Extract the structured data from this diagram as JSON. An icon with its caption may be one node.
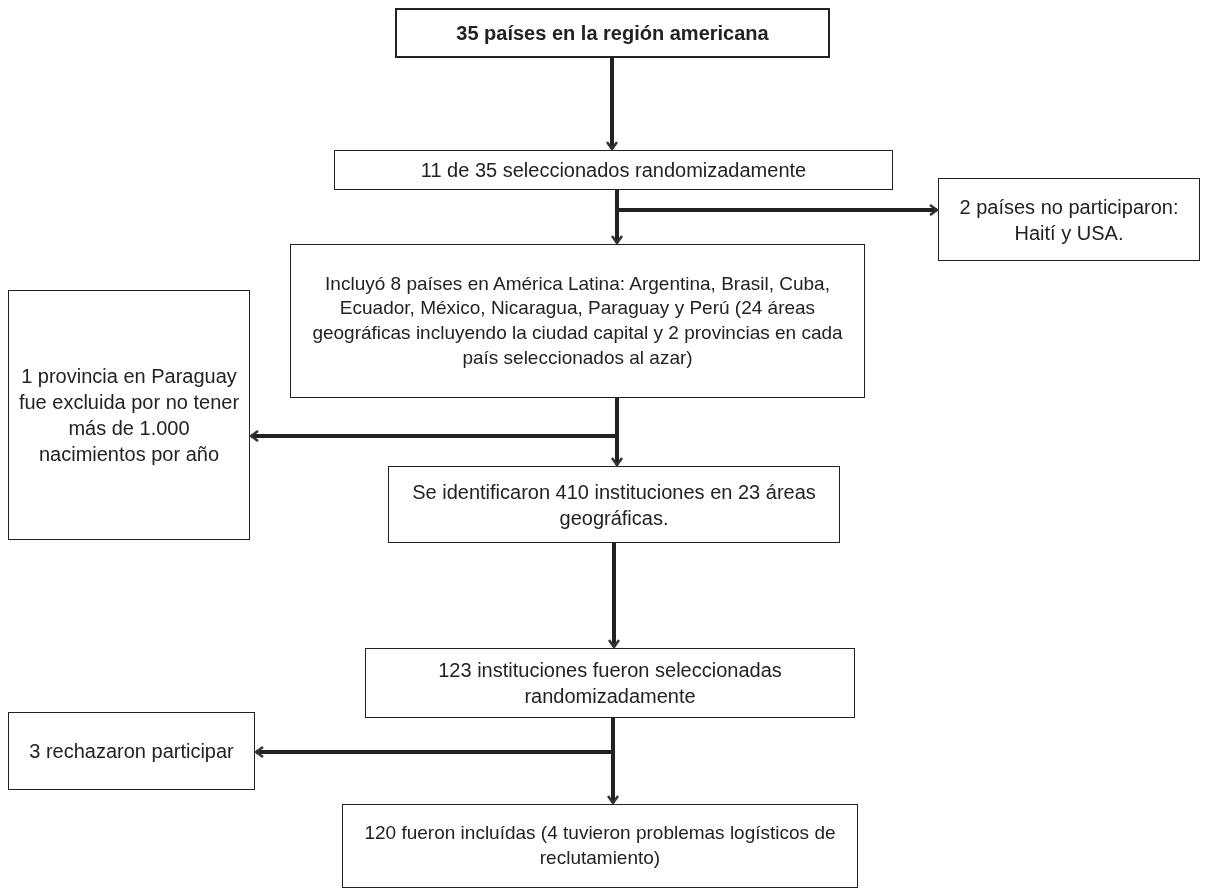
{
  "diagram": {
    "nodes": [
      {
        "text": [
          "35 países en la región americana"
        ]
      },
      {
        "text": [
          "11 de 35 seleccionados randomizadamente"
        ]
      },
      {
        "text": [
          "2 países no participaron: Haití y USA."
        ]
      },
      {
        "text": [
          "Incluyó 8 países en América Latina: Argentina, Brasil, Cuba, Ecuador, México, Nicaragua, Paraguay y Perú (24 áreas geográficas incluyendo la ciudad capital y 2 provincias en cada país seleccionados al azar)"
        ]
      },
      {
        "text": [
          "1 provincia en Paraguay fue excluida por no tener más de 1.000 nacimientos por año"
        ]
      },
      {
        "text": [
          "Se identificaron 410 instituciones en 23 áreas geográficas."
        ]
      },
      {
        "text": [
          "123 instituciones fueron seleccionadas randomizadamente"
        ]
      },
      {
        "text": [
          "3 rechazaron participar"
        ]
      },
      {
        "text": [
          "120 fueron incluídas (4 tuvieron problemas logísticos de reclutamiento)"
        ]
      }
    ],
    "edges": [
      {
        "from": 0,
        "to": 1,
        "arrow": "to"
      },
      {
        "from": 1,
        "to": 3,
        "arrow": "to"
      },
      {
        "from": 1,
        "to": 2,
        "arrow": "to"
      },
      {
        "from": 3,
        "to": 5,
        "arrow": "to"
      },
      {
        "from": 3,
        "to": 4,
        "arrow": "to"
      },
      {
        "from": 5,
        "to": 6,
        "arrow": "to"
      },
      {
        "from": 6,
        "to": 8,
        "arrow": "to"
      },
      {
        "from": 6,
        "to": 7,
        "arrow": "to"
      }
    ]
  }
}
